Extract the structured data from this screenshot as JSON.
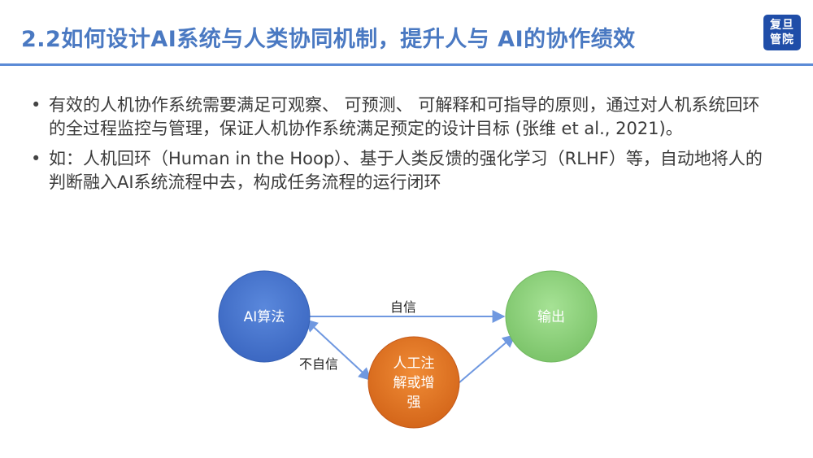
{
  "slide": {
    "title": "2.2如何设计AI系统与人类协同机制，提升人与 AI的协作绩效",
    "logo_lines": [
      "复旦",
      "管院"
    ]
  },
  "bullets": [
    "有效的人机协作系统需要满足可观察、 可预测、 可解释和可指导的原则，通过对人机系统回环的全过程监控与管理，保证人机协作系统满足预定的设计目标 (张维 et al., 2021)。",
    "如：人机回环（Human in the Hoop）、基于人类反馈的强化学习（RLHF）等，自动地将人的判断融入AI系统流程中去，构成任务流程的运行闭环"
  ],
  "diagram": {
    "nodes": {
      "algo": {
        "label": "AI算法",
        "color": "#4a78d0"
      },
      "output": {
        "label": "输出",
        "color": "#8fd47e"
      },
      "human": {
        "label_lines": [
          "人工注",
          "解或增",
          "强"
        ],
        "color": "#e0751f"
      }
    },
    "edges": {
      "confident": "自信",
      "not_confident": "不自信"
    }
  },
  "colors": {
    "title": "#4a79c2",
    "rule": "#5b8bd6",
    "arrow": "#6f98e0",
    "logo_bg": "#1f4da8"
  }
}
